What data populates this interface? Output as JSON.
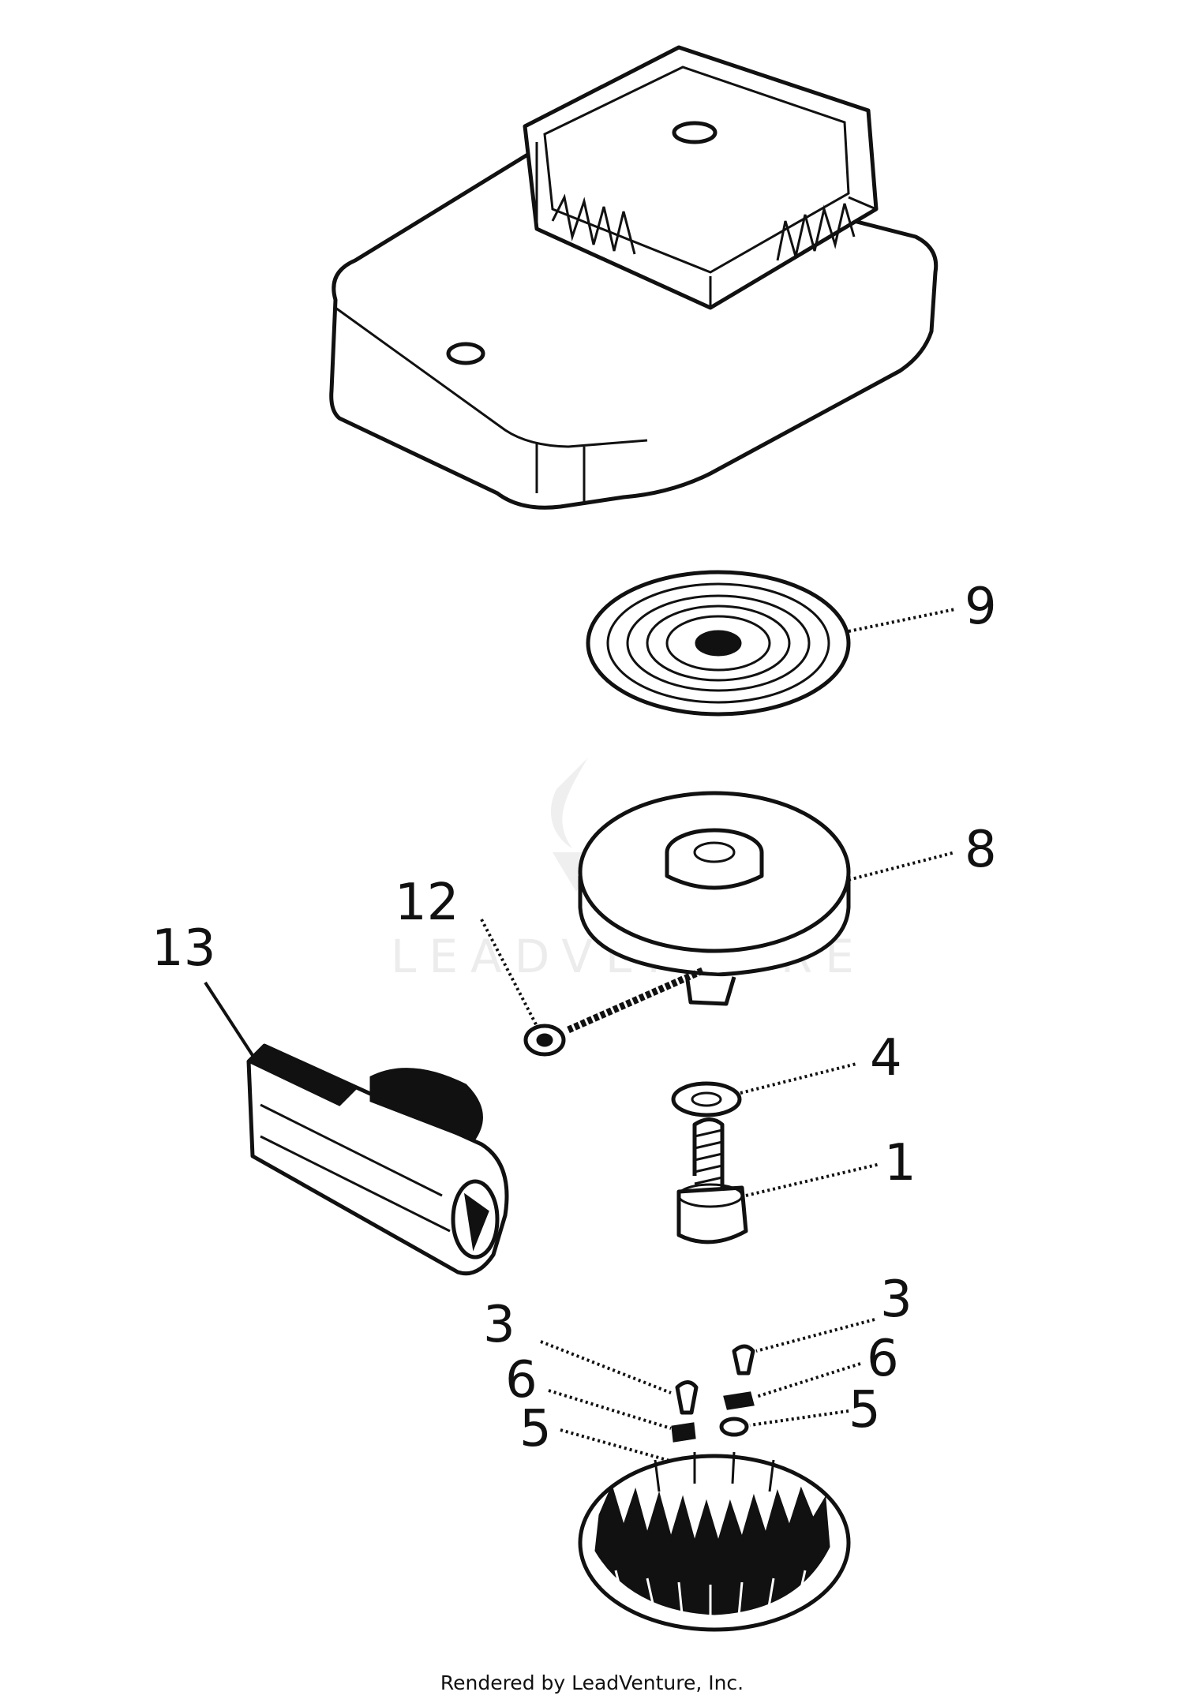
{
  "callouts": {
    "c1": "1",
    "c3_left": "3",
    "c3_right": "3",
    "c4": "4",
    "c5_left": "5",
    "c5_right": "5",
    "c6_left": "6",
    "c6_right": "6",
    "c8": "8",
    "c9": "9",
    "c12": "12",
    "c13": "13"
  },
  "watermark": "LEADVENTURE",
  "credit": "Rendered by LeadVenture, Inc."
}
